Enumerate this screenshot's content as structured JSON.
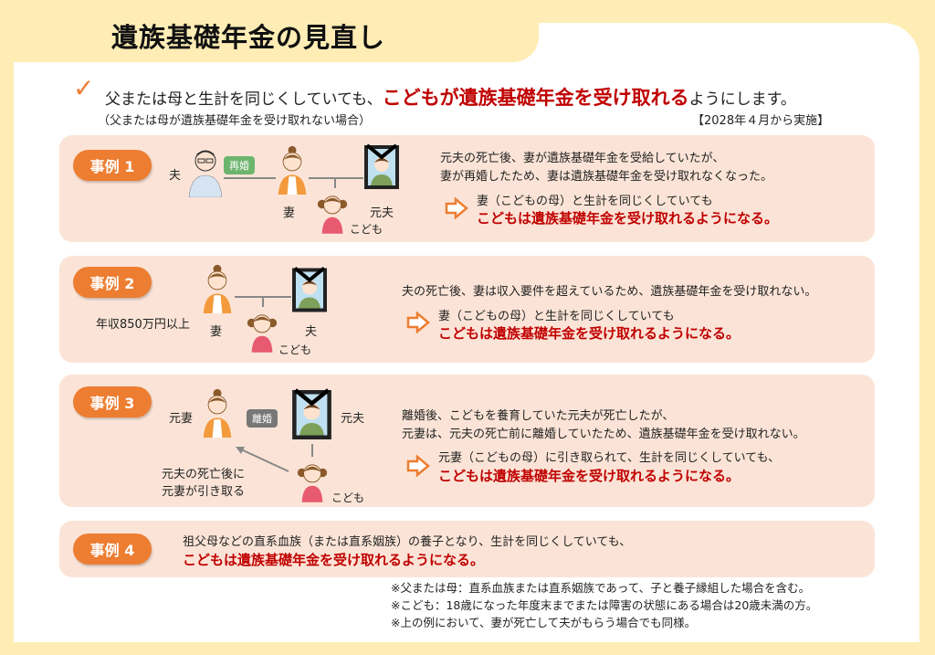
{
  "title": "遺族基礎年金の見直し",
  "lead": {
    "prefix": "父または母と生計を同じくしていても、",
    "highlight": "こどもが遺族基礎年金を受け取れる",
    "suffix": "ようにします。",
    "sub": "（父または母が遺族基礎年金を受け取れない場合）",
    "date": "【2028年４月から実施】"
  },
  "colors": {
    "accent": "#ED7D31",
    "red": "#C00000",
    "card": "#FBE4D7",
    "bg": "#FFEDB5"
  },
  "cases": [
    {
      "badge": "事例 1",
      "labels": {
        "husband": "夫",
        "tag": "再婚",
        "wife": "妻",
        "ex_husband": "元夫",
        "child": "こども"
      },
      "text": [
        "元夫の死亡後、妻が遺族基礎年金を受給していたが、",
        "妻が再婚したため、妻は遺族基礎年金を受け取れなくなった。"
      ],
      "result": "妻（こどもの母）と生計を同じくしていても",
      "result_red": "こどもは遺族基礎年金を受け取れるようになる。"
    },
    {
      "badge": "事例 2",
      "labels": {
        "income": "年収850万円以上",
        "wife": "妻",
        "husband": "夫",
        "child": "こども"
      },
      "text": [
        "夫の死亡後、妻は収入要件を超えているため、遺族基礎年金を受け取れない。"
      ],
      "result": "妻（こどもの母）と生計を同じくしていても",
      "result_red": "こどもは遺族基礎年金を受け取れるようになる。"
    },
    {
      "badge": "事例 3",
      "labels": {
        "ex_wife": "元妻",
        "tag": "離婚",
        "ex_husband": "元夫",
        "note1": "元夫の死亡後に",
        "note2": "元妻が引き取る",
        "child": "こども"
      },
      "text": [
        "離婚後、こどもを養育していた元夫が死亡したが、",
        "元妻は、元夫の死亡前に離婚していたため、遺族基礎年金を受け取れない。"
      ],
      "result": "元妻（こどもの母）に引き取られて、生計を同じくしていても、",
      "result_red": "こどもは遺族基礎年金を受け取れるようになる。"
    },
    {
      "badge": "事例 4",
      "text": [
        "祖父母などの直系血族（または直系姻族）の養子となり、生計を同じくしていても、"
      ],
      "result_red": "こどもは遺族基礎年金を受け取れるようになる。"
    }
  ],
  "notes": [
    "※父または母：直系血族または直系姻族であって、子と養子縁組した場合を含む。",
    "※こども：18歳になった年度末までまたは障害の状態にある場合は20歳未満の方。",
    "※上の例において、妻が死亡して夫がもらう場合でも同様。"
  ]
}
